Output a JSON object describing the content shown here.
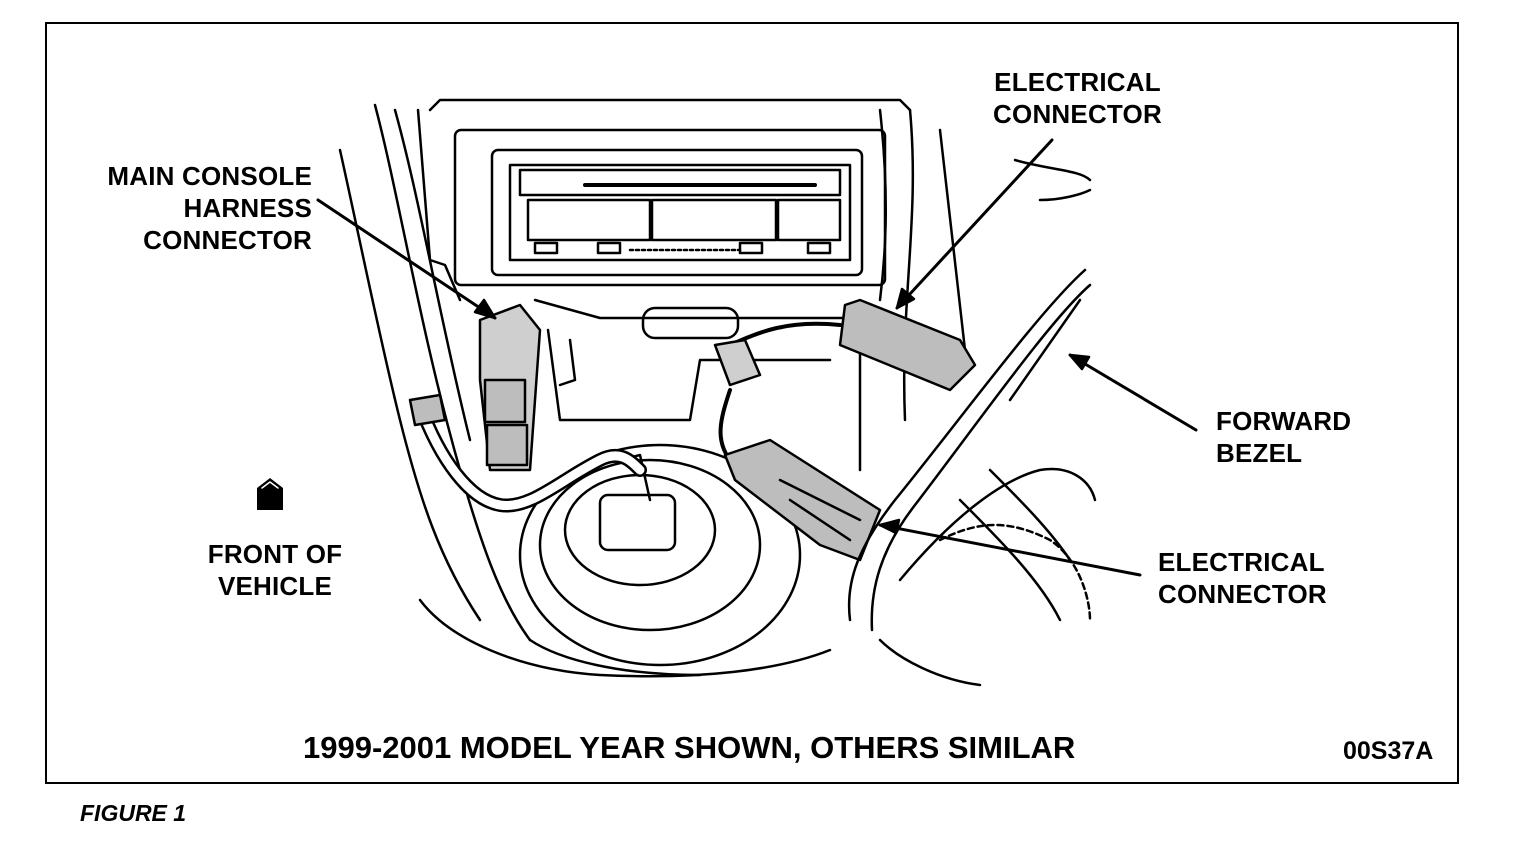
{
  "labels": {
    "main_console_line1": "MAIN CONSOLE",
    "main_console_line2": "HARNESS",
    "main_console_line3": "CONNECTOR",
    "elec_top_line1": "ELECTRICAL",
    "elec_top_line2": "CONNECTOR",
    "forward_bezel_line1": "FORWARD",
    "forward_bezel_line2": "BEZEL",
    "elec_bottom_line1": "ELECTRICAL",
    "elec_bottom_line2": "CONNECTOR",
    "front_line1": "FRONT OF",
    "front_line2": "VEHICLE"
  },
  "caption": "1999-2001 MODEL YEAR SHOWN, OTHERS SIMILAR",
  "figure_code": "00S37A",
  "figure_label": "FIGURE 1"
}
